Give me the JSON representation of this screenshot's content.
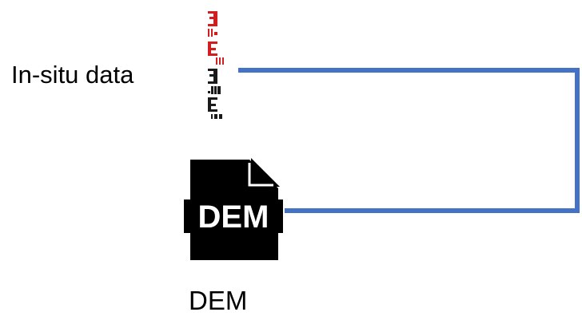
{
  "nodes": {
    "insitu": {
      "label": "In-situ data",
      "icon": "leveling-staff-icon"
    },
    "dem": {
      "label": "DEM",
      "icon": "dem-file-icon",
      "icon_text": "DEM"
    }
  },
  "connectors": {
    "color": "#4472C4"
  }
}
